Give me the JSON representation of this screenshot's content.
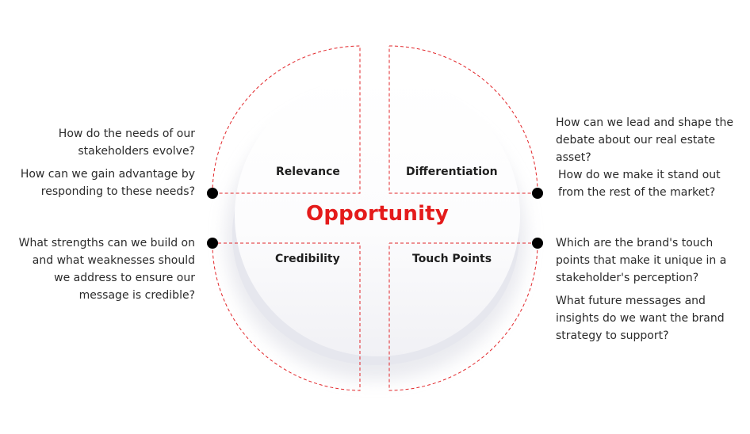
{
  "center": {
    "title": "Opportunity"
  },
  "quadrants": {
    "top_left": "Relevance",
    "top_right": "Differentiation",
    "bottom_left": "Credibility",
    "bottom_right": "Touch Points"
  },
  "questions": {
    "top_left": [
      "How do the needs of our stakeholders evolve?",
      "How can we gain advantage by responding to these needs?"
    ],
    "top_right": [
      "How can we lead and shape the debate about our real estate asset?",
      "How do we make it stand out from the rest of the market?"
    ],
    "bottom_left": [
      "What strengths can we build on and what weaknesses should we address to ensure our message is credible?"
    ],
    "bottom_right": [
      "Which are the brand's touch points that make it unique in a stakeholder's perception?",
      "What future messages and insights do we want the brand strategy to support?"
    ]
  },
  "colors": {
    "accent": "#e41b1b",
    "text": "#2b2b2b",
    "marker": "#000000"
  }
}
